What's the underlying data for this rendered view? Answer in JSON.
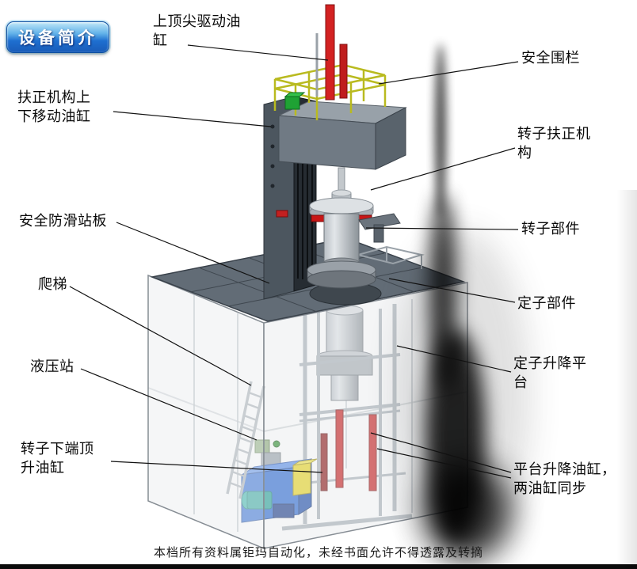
{
  "badge": {
    "label": "设备简介"
  },
  "labels": [
    {
      "id": "top-center-drive-cylinder",
      "text": "上顶尖驱动油\n缸"
    },
    {
      "id": "safety-fence",
      "text": "安全围栏"
    },
    {
      "id": "centering-updown-cylinder",
      "text": "扶正机构上\n下移动油缸"
    },
    {
      "id": "rotor-centering-mechanism",
      "text": "转子扶正机\n构"
    },
    {
      "id": "anti-slip-standing-board",
      "text": "安全防滑站板"
    },
    {
      "id": "rotor-component",
      "text": "转子部件"
    },
    {
      "id": "ladder",
      "text": "爬梯"
    },
    {
      "id": "stator-component",
      "text": "定子部件"
    },
    {
      "id": "hydraulic-station",
      "text": "液压站"
    },
    {
      "id": "stator-lift-platform",
      "text": "定子升降平\n台"
    },
    {
      "id": "rotor-bottom-jack-cylinder",
      "text": "转子下端顶\n升油缸"
    },
    {
      "id": "platform-lift-cylinders",
      "text": "平台升降油缸，\n两油缸同步"
    }
  ],
  "footer": {
    "text": "本档所有资料属钜玛自动化，未经书面允许不得透露及转摘"
  },
  "colors": {
    "cylinder_red": "#cc1d1d",
    "railing_yellow": "#b9ba1f",
    "station_blue": "#2d6bd5",
    "platform_gray": "#626c76",
    "badge_blue": "#1e6fd0"
  }
}
